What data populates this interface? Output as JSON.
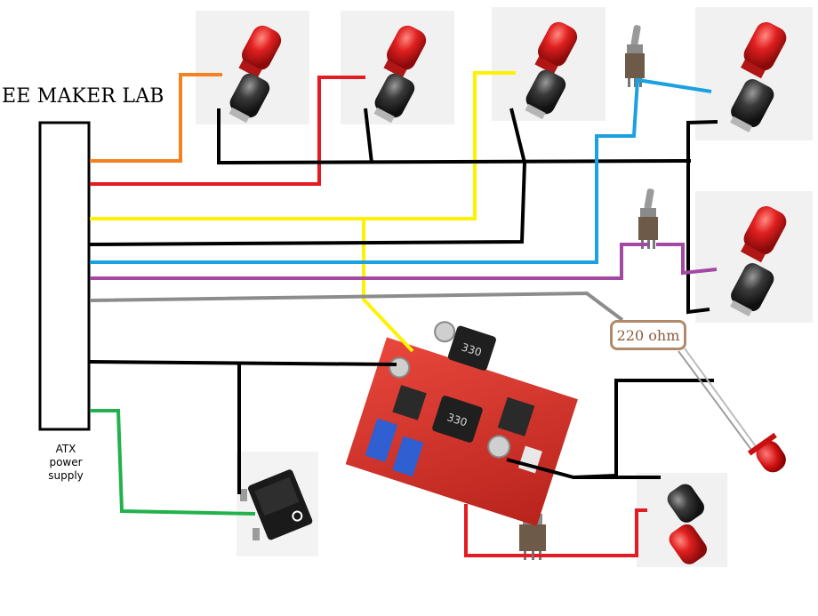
{
  "diagram": {
    "title": "EE MAKER LAB",
    "psu_label_lines": [
      "ATX",
      "power",
      "supply"
    ],
    "resistor_label": "220 ohm",
    "colors": {
      "orange": "#f58220",
      "red": "#e31b23",
      "yellow": "#fff200",
      "black": "#000000",
      "blue": "#1ba1e2",
      "purple": "#a349a4",
      "gray": "#8c8c8c",
      "green": "#22b14c",
      "resistor_border": "#b08a6a"
    },
    "components": [
      "atx-power-supply",
      "binding-post-pair-1",
      "binding-post-pair-2",
      "binding-post-pair-3",
      "binding-post-pair-4",
      "binding-post-pair-5",
      "binding-post-pair-6",
      "toggle-switch-1",
      "toggle-switch-2",
      "toggle-switch-3",
      "rocker-switch",
      "buck-boost-converter",
      "red-led",
      "resistor-220-ohm"
    ]
  }
}
